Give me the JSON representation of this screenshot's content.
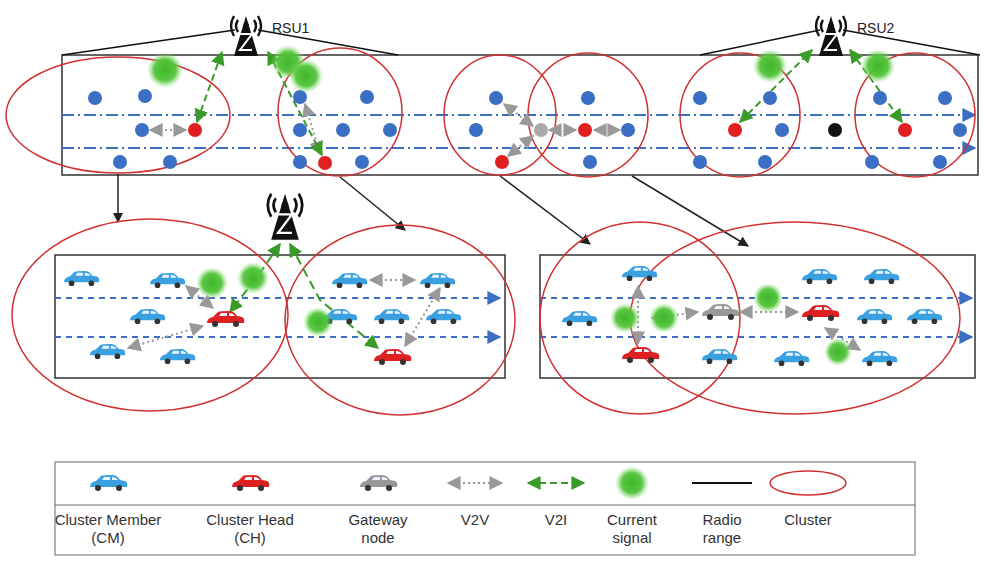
{
  "diagram": {
    "labels": [
      "RSU1",
      "RSU2"
    ],
    "legend": [
      {
        "text": "Cluster Member (CM)"
      },
      {
        "text": "Cluster Head (CH)"
      },
      {
        "text": "Gateway node"
      },
      {
        "text": "V2V"
      },
      {
        "text": "V2I"
      },
      {
        "text": "Current signal"
      },
      {
        "text": "Radio range"
      },
      {
        "text": "Cluster"
      }
    ]
  }
}
